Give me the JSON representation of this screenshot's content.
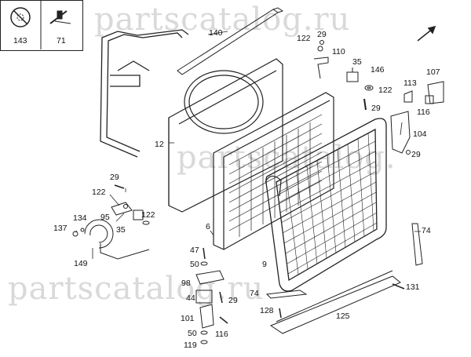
{
  "watermark": {
    "top": "partscatalog.ru",
    "middle": "partscatalog.",
    "bottom": "partscatalog.ru"
  },
  "inset": {
    "left_label": "143",
    "right_label": "71"
  },
  "callouts": [
    "140",
    "122",
    "29",
    "110",
    "35",
    "146",
    "107",
    "113",
    "122",
    "29",
    "104",
    "29",
    "116",
    "12",
    "29",
    "122",
    "95",
    "122",
    "35",
    "134",
    "137",
    "149",
    "6",
    "47",
    "50",
    "98",
    "9",
    "44",
    "74",
    "29",
    "128",
    "101",
    "50",
    "116",
    "119",
    "125",
    "131",
    "74"
  ]
}
